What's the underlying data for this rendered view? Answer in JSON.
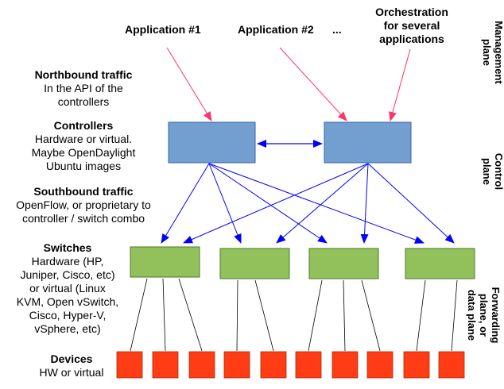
{
  "top": {
    "app1": "Application #1",
    "app2": "Application #2",
    "ellipsis": "...",
    "orchestration": [
      "Orchestration",
      "for several",
      "applications"
    ]
  },
  "left": {
    "northbound": {
      "title": "Northbound traffic",
      "lines": [
        "In the API of the",
        "controllers"
      ]
    },
    "controllers": {
      "title": "Controllers",
      "lines": [
        "Hardware or virtual.",
        "Maybe OpenDaylight",
        "Ubuntu images"
      ]
    },
    "southbound": {
      "title": "Southbound traffic",
      "lines": [
        "OpenFlow, or proprietary to",
        "controller / switch combo"
      ]
    },
    "switches": {
      "title": "Switches",
      "lines": [
        "Hardware (HP,",
        "Juniper, Cisco, etc)",
        "or virtual (Linux",
        "KVM, Open vSwitch,",
        "Cisco, Hyper-V,",
        "vSphere, etc)"
      ]
    },
    "devices": {
      "title": "Devices",
      "lines": [
        "HW or virtual"
      ]
    }
  },
  "planes": {
    "management": [
      "Management",
      "plane"
    ],
    "control": [
      "Control",
      "plane"
    ],
    "forwarding": [
      "Forwarding",
      "plane, or",
      "data plane"
    ]
  },
  "colors": {
    "controller": "#729fcf",
    "switch": "#92c05a",
    "device": "#ff3c13",
    "blue_line": "#0000ff",
    "pink_line": "#ff3366"
  }
}
